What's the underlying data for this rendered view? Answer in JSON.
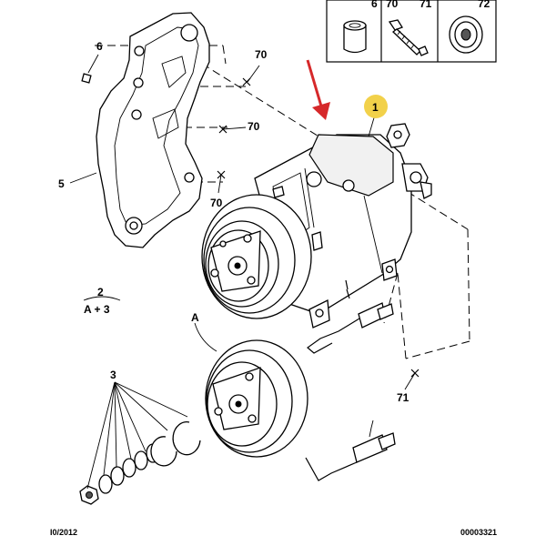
{
  "header_box": {
    "labels": [
      "6",
      "70",
      "71",
      "72"
    ]
  },
  "callouts": {
    "part_1": "1",
    "part_2": "2",
    "part_2_sub": "A + 3",
    "part_3": "3",
    "part_5": "5",
    "part_6": "6",
    "part_70_a": "70",
    "part_70_b": "70",
    "part_70_c": "70",
    "part_71": "71",
    "part_A": "A"
  },
  "footer": {
    "left": "I0/2012",
    "right": "00003321"
  },
  "colors": {
    "highlight_badge": "#f2d14a",
    "arrow": "#d6282a",
    "line": "#000000"
  }
}
